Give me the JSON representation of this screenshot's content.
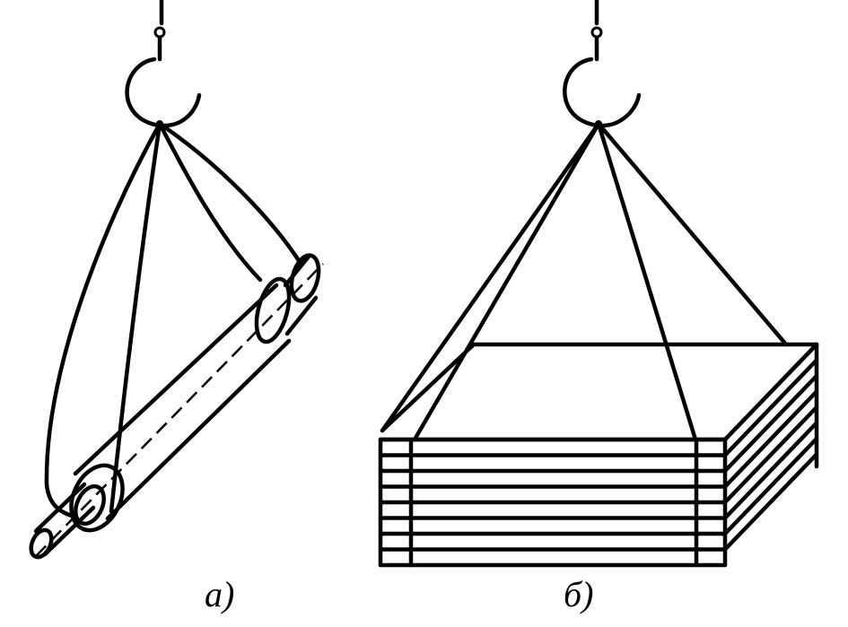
{
  "figure": {
    "panels": [
      {
        "id": "a",
        "caption": "а)",
        "subject": "pipe-with-shaft"
      },
      {
        "id": "b",
        "caption": "б)",
        "subject": "stack-of-sheets"
      }
    ],
    "sheet_count": 8,
    "colors": {
      "line": "#000000",
      "background": "#ffffff"
    }
  }
}
